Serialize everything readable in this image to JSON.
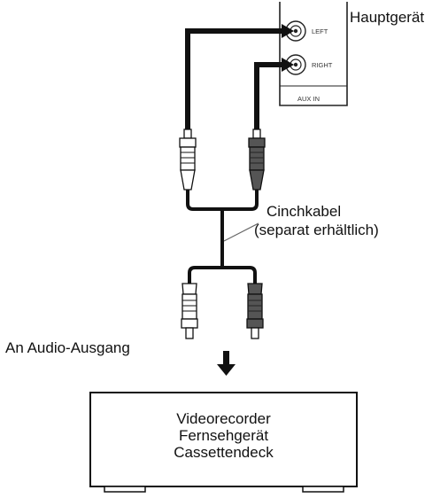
{
  "labels": {
    "main_unit": "Hauptgerät",
    "jack_left": "LEFT",
    "jack_right": "RIGHT",
    "aux_in": "AUX IN",
    "cable": "Cinchkabel",
    "cable_note": "(separat erhältlich)",
    "audio_out": "An Audio-Ausgang",
    "device_1": "Videorecorder",
    "device_2": "Fernsehgerät",
    "device_3": "Cassettendeck"
  },
  "colors": {
    "plug_left": "#ffffff",
    "plug_right": "#555555",
    "line": "#111111"
  }
}
